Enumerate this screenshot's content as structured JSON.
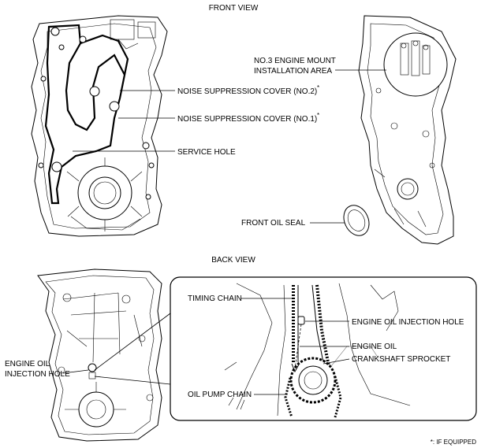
{
  "views": {
    "front": "FRONT VIEW",
    "back": "BACK VIEW"
  },
  "labels": {
    "cover2": "NOISE SUPPRESSION COVER (NO.2)",
    "cover1": "NOISE SUPPRESSION COVER (NO.1)",
    "service_hole": "SERVICE HOLE",
    "mount_line1": "NO.3 ENGINE MOUNT",
    "mount_line2": "INSTALLATION AREA",
    "front_oil_seal": "FRONT OIL SEAL",
    "injection_hole_line1": "ENGINE OIL",
    "injection_hole_line2": "INJECTION HOLE",
    "timing_chain": "TIMING CHAIN",
    "detail_injection_hole": "ENGINE OIL INJECTION HOLE",
    "engine_oil": "ENGINE OIL",
    "crankshaft_sprocket": "CRANKSHAFT SPROCKET",
    "oil_pump_chain": "OIL PUMP CHAIN",
    "asterisk": "*",
    "footnote": "*: IF EQUIPPED"
  }
}
